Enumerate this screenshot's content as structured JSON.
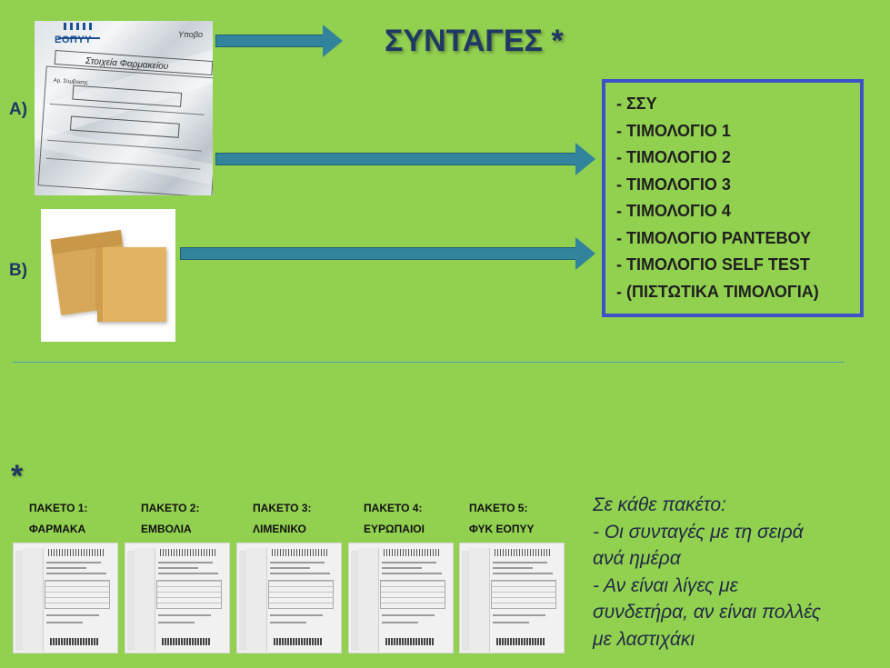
{
  "title": "ΣΥΝΤΑΓΕΣ *",
  "labels": {
    "a": "A)",
    "b": "B)"
  },
  "photo_bag": {
    "logo_text": "ΕΟΠΥΥ",
    "corner_text": "Υποβο",
    "form_title": "Στοιχεία Φαρμακείου",
    "small_label": "Αρ. Σύμβασης"
  },
  "documents": [
    "- ΣΣΥ",
    "- ΤΙΜΟΛΟΓΙΟ 1",
    "- ΤΙΜΟΛΟΓΙΟ 2",
    "- ΤΙΜΟΛΟΓΙΟ 3",
    "- ΤΙΜΟΛΟΓΙΟ 4",
    "- ΤΙΜΟΛΟΓΙΟ ΡΑΝΤΕΒΟΥ",
    "- ΤΙΜΟΛΟΓΙΟ SELF TEST",
    "- (ΠΙΣΤΩΤΙΚΑ ΤΙΜΟΛΟΓΙΑ)"
  ],
  "asterisk": "*",
  "packets": [
    {
      "line1": "ΠΑΚΕΤΟ 1:",
      "line2": "ΦΑΡΜΑΚΑ"
    },
    {
      "line1": "ΠΑΚΕΤΟ 2:",
      "line2": "ΕΜΒΟΛΙΑ"
    },
    {
      "line1": "ΠΑΚΕΤΟ 3:",
      "line2": "ΛΙΜΕΝΙΚΟ"
    },
    {
      "line1": "ΠΑΚΕΤΟ 4:",
      "line2": "ΕΥΡΩΠΑΙΟΙ"
    },
    {
      "line1": "ΠΑΚΕΤΟ 5:",
      "line2": "ΦΥΚ ΕΟΠΥΥ"
    }
  ],
  "notes": [
    "Σε κάθε πακέτο:",
    "- Οι συνταγές με τη σειρά",
    "ανά ημέρα",
    "- Αν είναι λίγες με",
    "συνδετήρα, αν είναι πολλές",
    "με λαστιχάκι"
  ],
  "colors": {
    "background": "#92d050",
    "arrow": "#31849b",
    "title": "#1f3864",
    "box_border": "#3f51c8"
  }
}
